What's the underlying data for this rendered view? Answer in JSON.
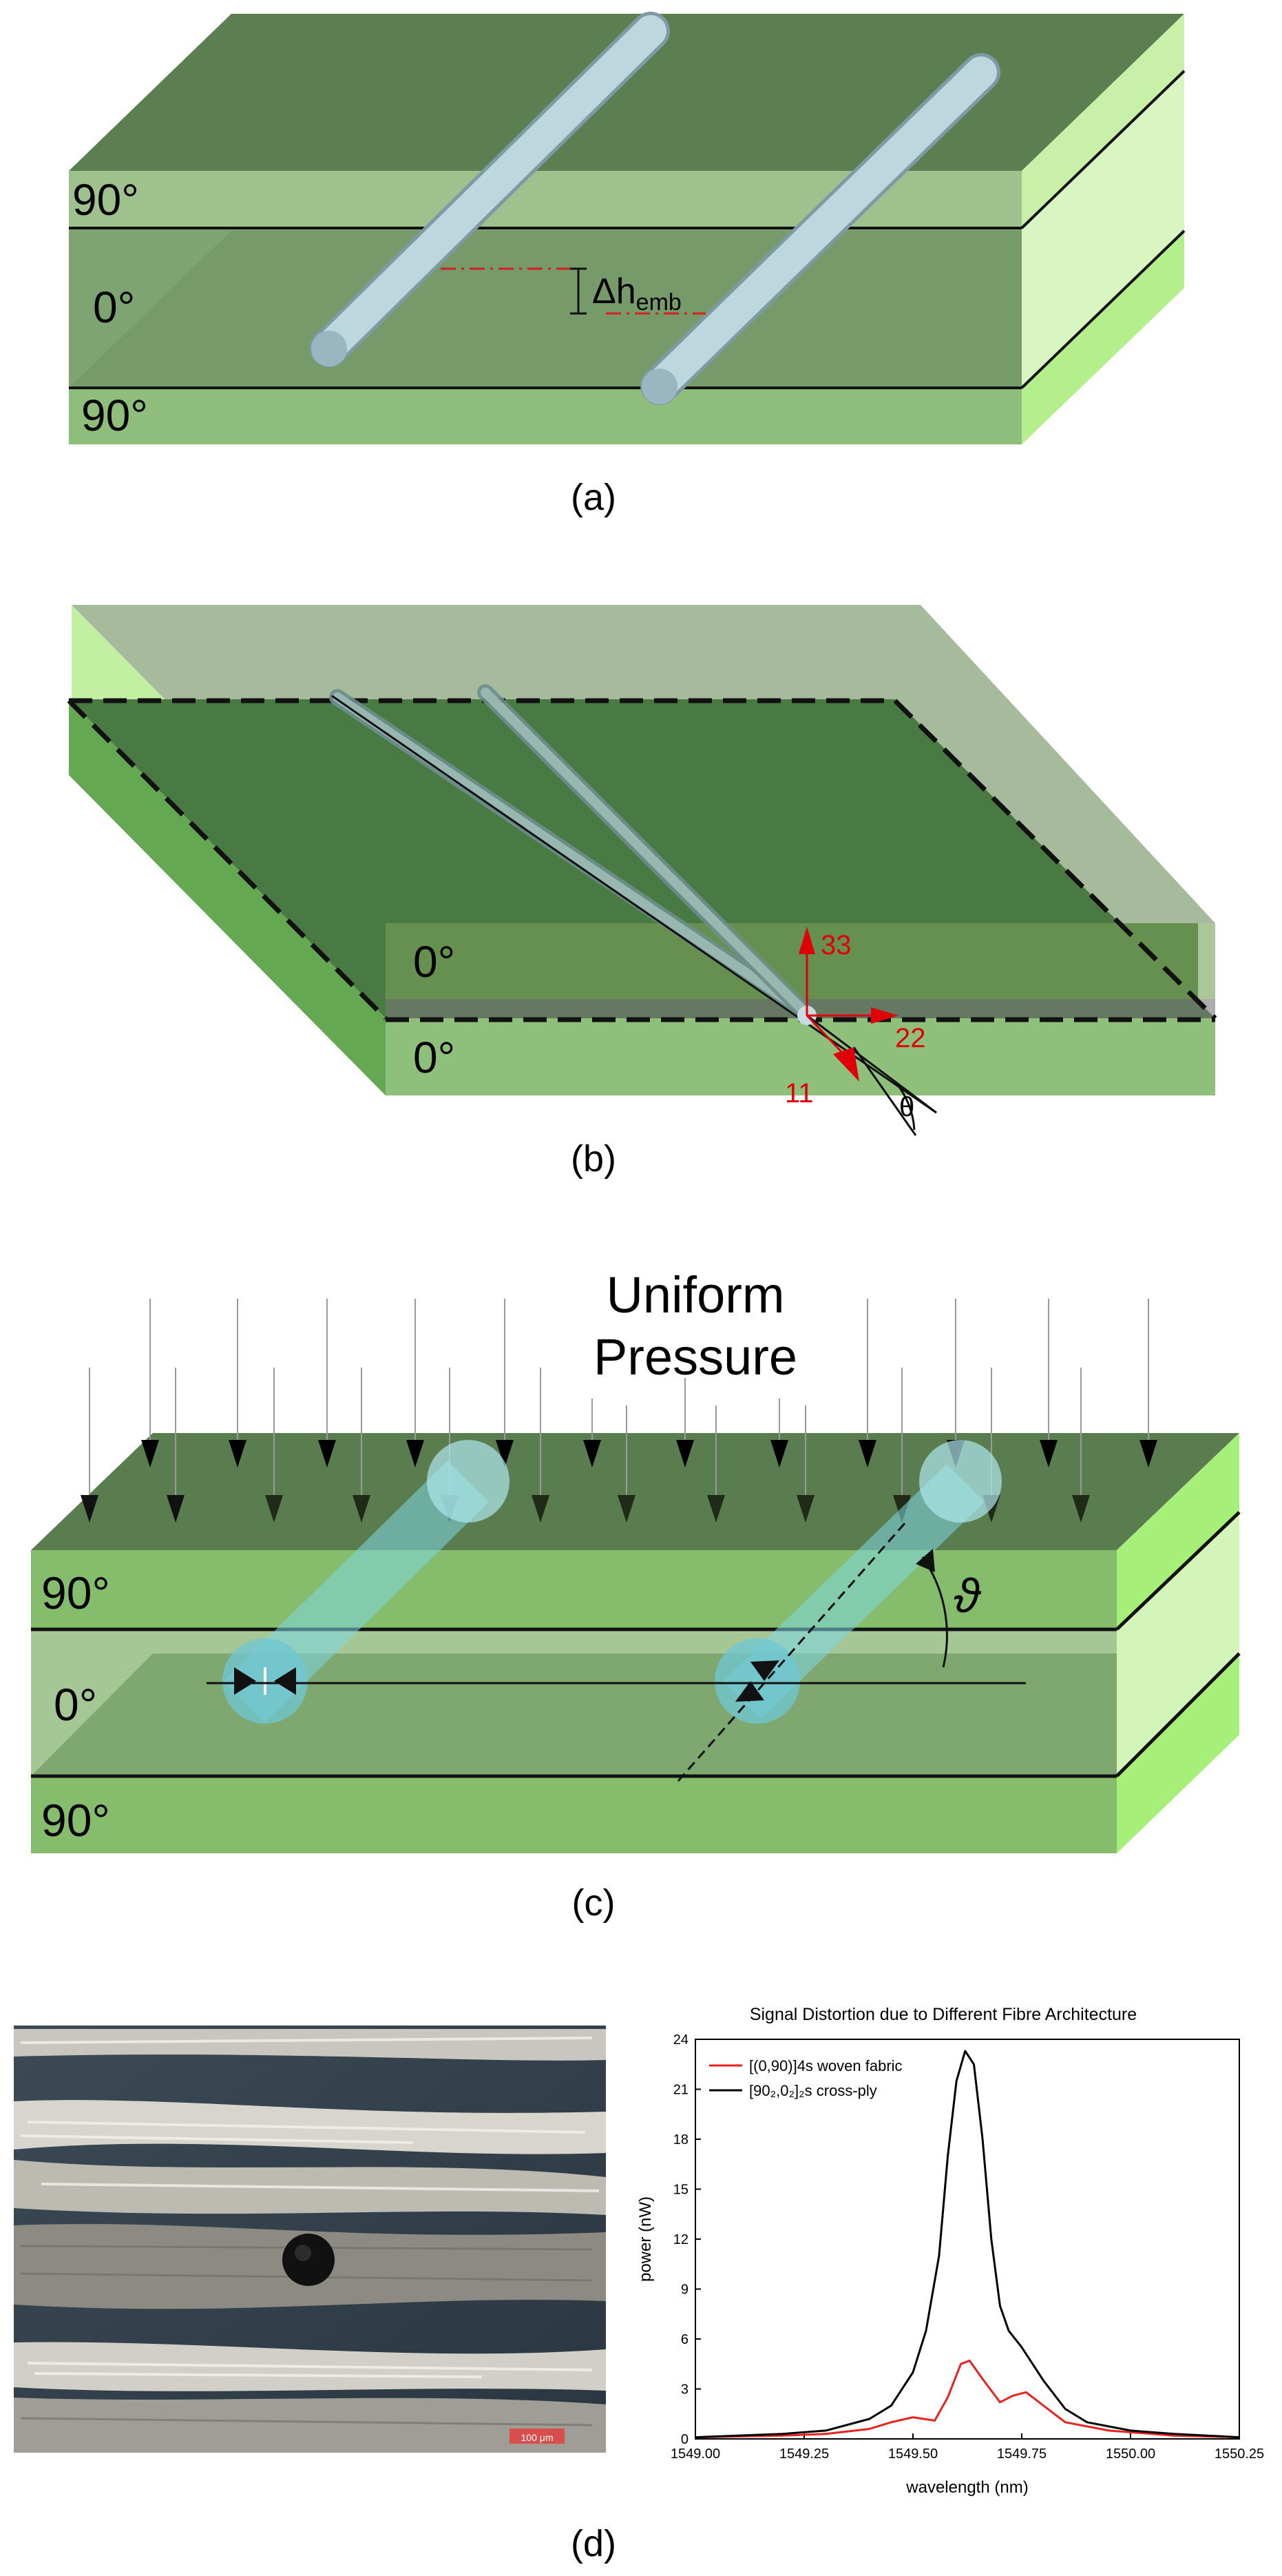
{
  "panel_a": {
    "caption": "(a)",
    "ply_top": "90°",
    "ply_mid": "0°",
    "ply_bot": "90°",
    "delta_h": "Δh",
    "delta_h_sub": "emb"
  },
  "panel_b": {
    "caption": "(b)",
    "ply_top": "0°",
    "ply_bot": "0°",
    "axis_33": "33",
    "axis_22": "22",
    "axis_11": "11",
    "theta": "θ"
  },
  "panel_c": {
    "caption": "(c)",
    "title_line1": "Uniform",
    "title_line2": "Pressure",
    "ply_top": "90°",
    "ply_mid": "0°",
    "ply_bot": "90°",
    "angle": "ϑ"
  },
  "panel_d": {
    "caption": "(d)",
    "scale_label": "100 μm"
  },
  "chart_data": {
    "type": "line",
    "title": "Signal Distortion due to Different Fibre Architecture",
    "xlabel": "wavelength (nm)",
    "ylabel": "power (nW)",
    "xlim": [
      1549.0,
      1550.25
    ],
    "ylim": [
      0,
      24
    ],
    "x_ticks": [
      "1549.00",
      "1549.25",
      "1549.50",
      "1549.75",
      "1550.00",
      "1550.25"
    ],
    "y_ticks": [
      "0",
      "3",
      "6",
      "9",
      "12",
      "15",
      "18",
      "21",
      "24"
    ],
    "legend_position": "top-left",
    "series": [
      {
        "name": "[(0,90)]4s woven fabric",
        "color": "#e8231f",
        "x": [
          1549.0,
          1549.2,
          1549.3,
          1549.4,
          1549.45,
          1549.5,
          1549.55,
          1549.58,
          1549.61,
          1549.63,
          1549.66,
          1549.7,
          1549.73,
          1549.76,
          1549.8,
          1549.85,
          1549.95,
          1550.1,
          1550.25
        ],
        "values": [
          0.1,
          0.2,
          0.3,
          0.6,
          1.0,
          1.3,
          1.1,
          2.5,
          4.5,
          4.7,
          3.6,
          2.2,
          2.6,
          2.8,
          2.0,
          1.0,
          0.5,
          0.2,
          0.1
        ]
      },
      {
        "name": "[90₂,0₂]₂s cross-ply",
        "color": "#000000",
        "x": [
          1549.0,
          1549.2,
          1549.3,
          1549.4,
          1549.45,
          1549.5,
          1549.53,
          1549.56,
          1549.58,
          1549.6,
          1549.62,
          1549.64,
          1549.66,
          1549.68,
          1549.7,
          1549.72,
          1549.75,
          1549.8,
          1549.85,
          1549.9,
          1550.0,
          1550.1,
          1550.25
        ],
        "values": [
          0.1,
          0.3,
          0.5,
          1.2,
          2.0,
          4.0,
          6.5,
          11.0,
          17.0,
          21.5,
          23.3,
          22.5,
          18.0,
          12.0,
          8.0,
          6.5,
          5.5,
          3.5,
          1.8,
          1.0,
          0.5,
          0.3,
          0.1
        ]
      }
    ]
  }
}
